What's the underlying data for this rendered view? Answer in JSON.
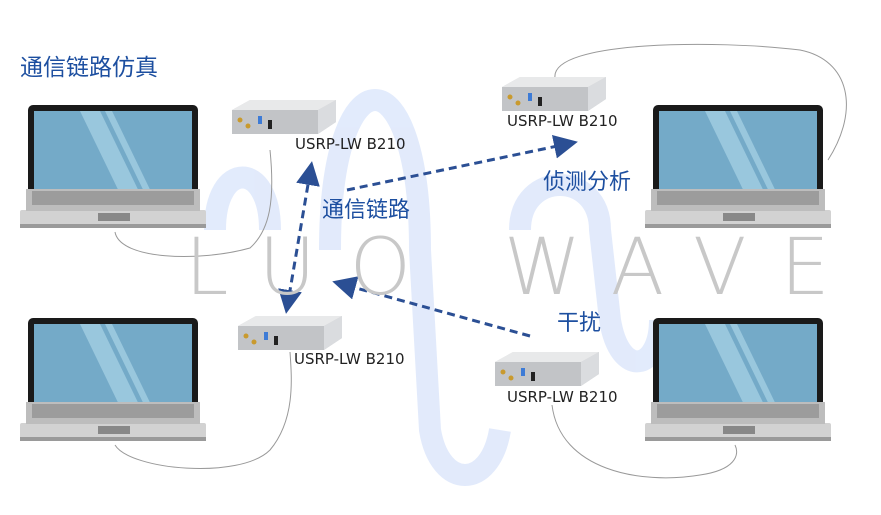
{
  "titles": {
    "simulation": "通信链路仿真",
    "detection": "侦测分析",
    "link": "通信链路",
    "jamming": "干扰"
  },
  "devices": [
    {
      "label": "USRP-LW B210"
    },
    {
      "label": "USRP-LW B210"
    },
    {
      "label": "USRP-LW B210"
    },
    {
      "label": "USRP-LW B210"
    }
  ],
  "watermark": "LUO WAVE",
  "colors": {
    "accent": "#1d4fa0",
    "arrow": "#2b4f94",
    "screen": "#74aac8"
  }
}
